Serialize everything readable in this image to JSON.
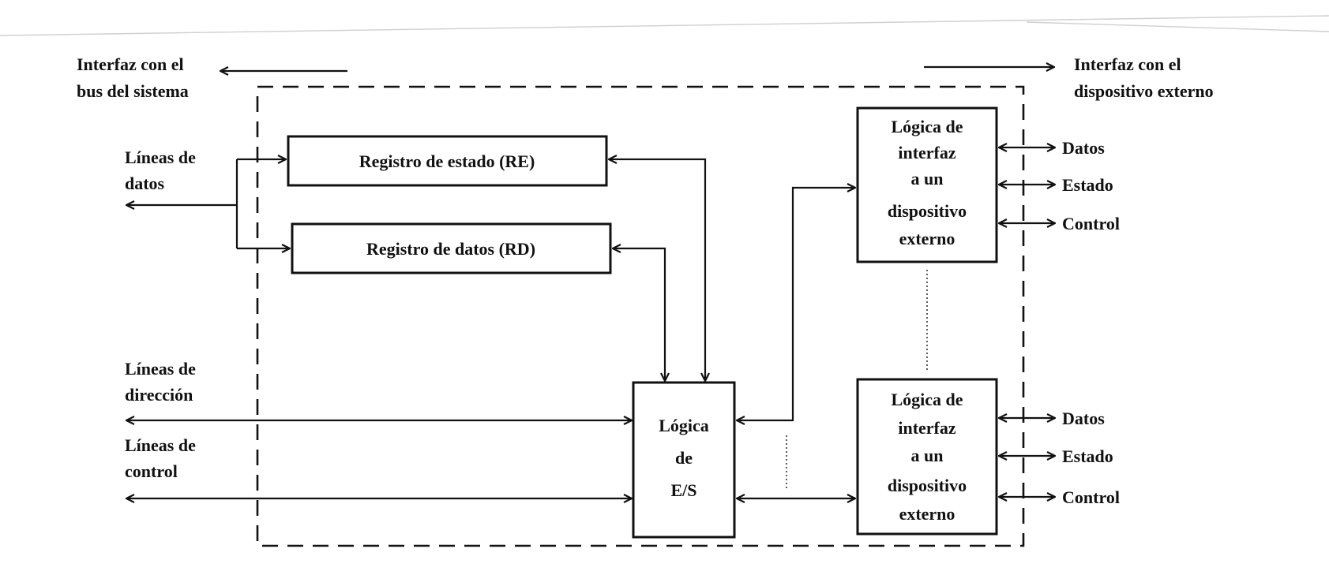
{
  "header": {
    "bus_interface": [
      "Interfaz con el",
      "bus del sistema"
    ],
    "device_interface": [
      "Interfaz con el",
      "dispositivo externo"
    ]
  },
  "left": {
    "data_lines": [
      "Líneas de",
      "datos"
    ],
    "address_lines": [
      "Líneas de",
      "dirección"
    ],
    "control_lines": [
      "Líneas de",
      "control"
    ]
  },
  "registers": {
    "status": "Registro de estado (RE)",
    "data": "Registro de datos (RD)"
  },
  "io_logic": [
    "Lógica",
    "de",
    "E/S"
  ],
  "device_interfaces": [
    {
      "lines": [
        "Lógica de",
        "interfaz",
        "a un",
        "dispositivo",
        "externo"
      ],
      "signals": [
        "Datos",
        "Estado",
        "Control"
      ]
    },
    {
      "lines": [
        "Lógica de",
        "interfaz",
        "a un",
        "dispositivo",
        "externo"
      ],
      "signals": [
        "Datos",
        "Estado",
        "Control"
      ]
    }
  ]
}
